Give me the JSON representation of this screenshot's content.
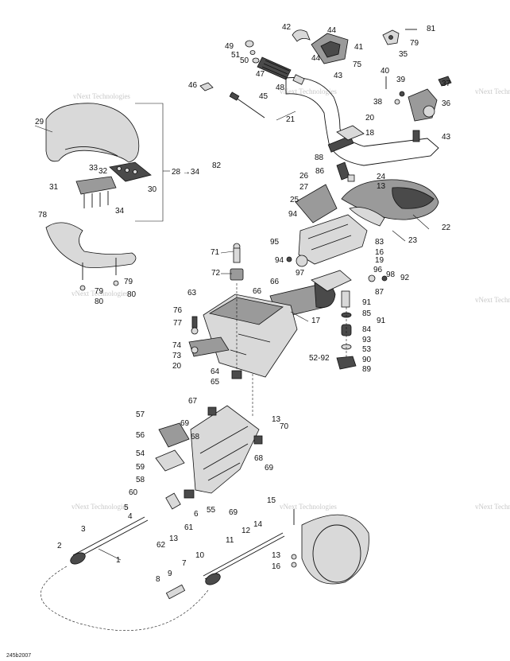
{
  "drawing_code": "245b2007",
  "watermark_text": "vNext Technologies",
  "group_label": "28 →34",
  "callouts": [
    {
      "id": "c81",
      "text": "81"
    },
    {
      "id": "c79a",
      "text": "79"
    },
    {
      "id": "c35",
      "text": "35"
    },
    {
      "id": "c42",
      "text": "42"
    },
    {
      "id": "c44a",
      "text": "44"
    },
    {
      "id": "c41",
      "text": "41"
    },
    {
      "id": "c44b",
      "text": "44"
    },
    {
      "id": "c75",
      "text": "75"
    },
    {
      "id": "c43a",
      "text": "43"
    },
    {
      "id": "c49",
      "text": "49"
    },
    {
      "id": "c51",
      "text": "51"
    },
    {
      "id": "c50",
      "text": "50"
    },
    {
      "id": "c47",
      "text": "47"
    },
    {
      "id": "c48",
      "text": "48"
    },
    {
      "id": "c46",
      "text": "46"
    },
    {
      "id": "c45",
      "text": "45"
    },
    {
      "id": "c21",
      "text": "21"
    },
    {
      "id": "c40",
      "text": "40"
    },
    {
      "id": "c39",
      "text": "39"
    },
    {
      "id": "c37",
      "text": "37"
    },
    {
      "id": "c38",
      "text": "38"
    },
    {
      "id": "c36",
      "text": "36"
    },
    {
      "id": "c43b",
      "text": "43"
    },
    {
      "id": "c20a",
      "text": "20"
    },
    {
      "id": "c18",
      "text": "18"
    },
    {
      "id": "c29",
      "text": "29"
    },
    {
      "id": "c33",
      "text": "33"
    },
    {
      "id": "c32",
      "text": "32"
    },
    {
      "id": "c30",
      "text": "30"
    },
    {
      "id": "c31",
      "text": "31"
    },
    {
      "id": "c34",
      "text": "34"
    },
    {
      "id": "c82",
      "text": "82"
    },
    {
      "id": "c88",
      "text": "88"
    },
    {
      "id": "c86",
      "text": "86"
    },
    {
      "id": "c26",
      "text": "26"
    },
    {
      "id": "c27",
      "text": "27"
    },
    {
      "id": "c24",
      "text": "24"
    },
    {
      "id": "c13a",
      "text": "13"
    },
    {
      "id": "c25",
      "text": "25"
    },
    {
      "id": "c22",
      "text": "22"
    },
    {
      "id": "c23",
      "text": "23"
    },
    {
      "id": "c78",
      "text": "78"
    },
    {
      "id": "c94a",
      "text": "94"
    },
    {
      "id": "c95",
      "text": "95"
    },
    {
      "id": "c83",
      "text": "83"
    },
    {
      "id": "c16a",
      "text": "16"
    },
    {
      "id": "c19",
      "text": "19"
    },
    {
      "id": "c71",
      "text": "71"
    },
    {
      "id": "c94b",
      "text": "94"
    },
    {
      "id": "c97",
      "text": "97"
    },
    {
      "id": "c96",
      "text": "96"
    },
    {
      "id": "c98",
      "text": "98"
    },
    {
      "id": "c92",
      "text": "92"
    },
    {
      "id": "c72",
      "text": "72"
    },
    {
      "id": "c79b",
      "text": "79"
    },
    {
      "id": "c79c",
      "text": "79"
    },
    {
      "id": "c80a",
      "text": "80"
    },
    {
      "id": "c80b",
      "text": "80"
    },
    {
      "id": "c66a",
      "text": "66"
    },
    {
      "id": "c66b",
      "text": "66"
    },
    {
      "id": "c63",
      "text": "63"
    },
    {
      "id": "c91a",
      "text": "91"
    },
    {
      "id": "c87",
      "text": "87"
    },
    {
      "id": "c85",
      "text": "85"
    },
    {
      "id": "c91b",
      "text": "91"
    },
    {
      "id": "c17",
      "text": "17"
    },
    {
      "id": "c76",
      "text": "76"
    },
    {
      "id": "c77",
      "text": "77"
    },
    {
      "id": "c84",
      "text": "84"
    },
    {
      "id": "c93",
      "text": "93"
    },
    {
      "id": "c74",
      "text": "74"
    },
    {
      "id": "c73",
      "text": "73"
    },
    {
      "id": "c53",
      "text": "53"
    },
    {
      "id": "c20b",
      "text": "20"
    },
    {
      "id": "c52",
      "text": "52-92"
    },
    {
      "id": "c90",
      "text": "90"
    },
    {
      "id": "c89",
      "text": "89"
    },
    {
      "id": "c64",
      "text": "64"
    },
    {
      "id": "c65",
      "text": "65"
    },
    {
      "id": "c67",
      "text": "67"
    },
    {
      "id": "c57",
      "text": "57"
    },
    {
      "id": "c69a",
      "text": "69"
    },
    {
      "id": "c68a",
      "text": "68"
    },
    {
      "id": "c13b",
      "text": "13"
    },
    {
      "id": "c70",
      "text": "70"
    },
    {
      "id": "c56",
      "text": "56"
    },
    {
      "id": "c68b",
      "text": "68"
    },
    {
      "id": "c69b",
      "text": "69"
    },
    {
      "id": "c54",
      "text": "54"
    },
    {
      "id": "c59",
      "text": "59"
    },
    {
      "id": "c58",
      "text": "58"
    },
    {
      "id": "c60",
      "text": "60"
    },
    {
      "id": "c55",
      "text": "55"
    },
    {
      "id": "c6",
      "text": "6"
    },
    {
      "id": "c69c",
      "text": "69"
    },
    {
      "id": "c5",
      "text": "5"
    },
    {
      "id": "c4",
      "text": "4"
    },
    {
      "id": "c61",
      "text": "61"
    },
    {
      "id": "c13c",
      "text": "13"
    },
    {
      "id": "c62",
      "text": "62"
    },
    {
      "id": "c15",
      "text": "15"
    },
    {
      "id": "c3",
      "text": "3"
    },
    {
      "id": "c14",
      "text": "14"
    },
    {
      "id": "c12",
      "text": "12"
    },
    {
      "id": "c2",
      "text": "2"
    },
    {
      "id": "c11",
      "text": "11"
    },
    {
      "id": "c1",
      "text": "1"
    },
    {
      "id": "c13d",
      "text": "13"
    },
    {
      "id": "c10",
      "text": "10"
    },
    {
      "id": "c7",
      "text": "7"
    },
    {
      "id": "c16b",
      "text": "16"
    },
    {
      "id": "c9",
      "text": "9"
    },
    {
      "id": "c8",
      "text": "8"
    }
  ]
}
